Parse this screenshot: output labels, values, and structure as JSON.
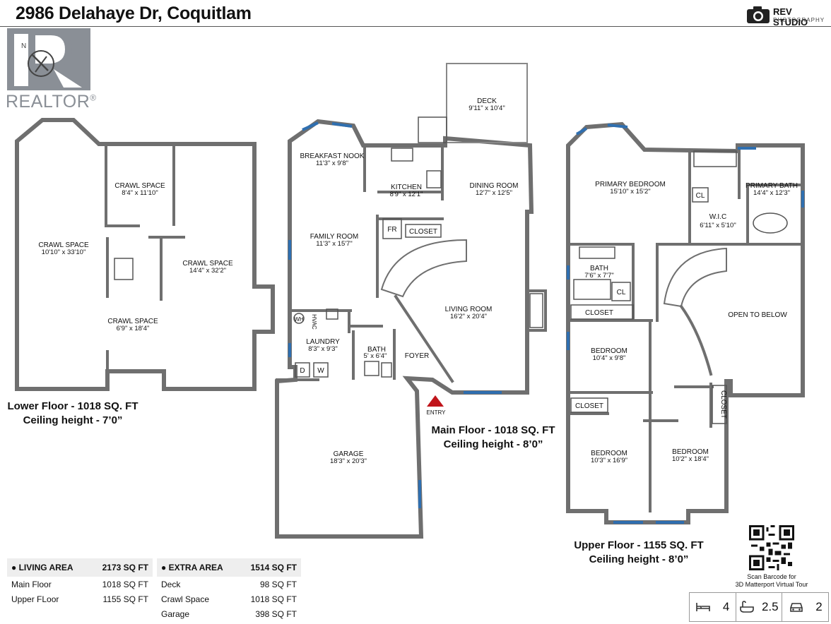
{
  "title": "2986 Delahaye Dr, Coquitlam",
  "brand": {
    "name": "REV STUDIO",
    "sub": "PHOTOGRAPHY"
  },
  "realtor_text": "REALTOR",
  "realtor_mark": "®",
  "floors": {
    "lower": {
      "caption1": "Lower Floor - 1018 SQ. FT",
      "caption2": "Ceiling height - 7’0”",
      "rooms": [
        {
          "name": "CRAWL SPACE",
          "dim": "10'10\" x 33'10\""
        },
        {
          "name": "CRAWL SPACE",
          "dim": "8'4\" x 11'10\""
        },
        {
          "name": "CRAWL SPACE",
          "dim": "14'4\" x 32'2\""
        },
        {
          "name": "CRAWL SPACE",
          "dim": "6'9\" x 18'4\""
        }
      ]
    },
    "main": {
      "caption1": "Main Floor - 1018 SQ. FT",
      "caption2": "Ceiling height - 8’0”",
      "rooms": [
        {
          "name": "DECK",
          "dim": "9'11\" x 10'4\""
        },
        {
          "name": "BREAKFAST NOOK",
          "dim": "11'3\" x 9'8\""
        },
        {
          "name": "KITCHEN",
          "dim": "8'9\" x 12'1\""
        },
        {
          "name": "DINING ROOM",
          "dim": "12'7\" x 12'5\""
        },
        {
          "name": "FAMILY ROOM",
          "dim": "11'3\" x 15'7\""
        },
        {
          "name": "LIVING ROOM",
          "dim": "16'2\" x 20'4\""
        },
        {
          "name": "LAUNDRY",
          "dim": "8'3\" x 9'3\""
        },
        {
          "name": "BATH",
          "dim": "5' x 6'4\""
        },
        {
          "name": "GARAGE",
          "dim": "18'3\" x 20'3\""
        }
      ],
      "labels": {
        "fr": "FR",
        "closet": "CLOSET",
        "foyer": "FOYER",
        "entry": "ENTRY",
        "hvac": "HVAC",
        "wh": "WH",
        "d": "D",
        "w": "W"
      }
    },
    "upper": {
      "caption1": "Upper Floor - 1155 SQ. FT",
      "caption2": "Ceiling height - 8’0”",
      "rooms": [
        {
          "name": "PRIMARY BEDROOM",
          "dim": "15'10\" x 15'2\""
        },
        {
          "name": "PRIMARY BATH",
          "dim": "14'4\" x 12'3\""
        },
        {
          "name": "W.I.C",
          "dim": "6'11\" x 5'10\""
        },
        {
          "name": "BATH",
          "dim": "7'6\" x 7'7\""
        },
        {
          "name": "BEDROOM",
          "dim": "10'4\" x 9'8\""
        },
        {
          "name": "BEDROOM",
          "dim": "10'3\" x 16'9\""
        },
        {
          "name": "BEDROOM",
          "dim": "10'2\" x 18'4\""
        }
      ],
      "labels": {
        "open": "OPEN TO BELOW",
        "closet": "CLOSET",
        "cl": "CL"
      }
    }
  },
  "living_area": {
    "header": "LIVING AREA",
    "total": "2173 SQ FT",
    "rows": [
      {
        "label": "Main Floor",
        "value": "1018 SQ FT"
      },
      {
        "label": "Upper FLoor",
        "value": "1155 SQ FT"
      }
    ]
  },
  "extra_area": {
    "header": "EXTRA AREA",
    "total": "1514 SQ FT",
    "rows": [
      {
        "label": "Deck",
        "value": "98 SQ FT"
      },
      {
        "label": "Crawl Space",
        "value": "1018 SQ FT"
      },
      {
        "label": "Garage",
        "value": "398 SQ FT"
      }
    ]
  },
  "qr_caption1": "Scan Barcode for",
  "qr_caption2": "3D Matterport Virtual Tour",
  "stats": {
    "beds": "4",
    "baths": "2.5",
    "garage": "2"
  },
  "colors": {
    "wall": "#6f6f6f",
    "window": "#2f6fb0",
    "entry": "#c0151b",
    "realtor": "#8a8f96"
  }
}
